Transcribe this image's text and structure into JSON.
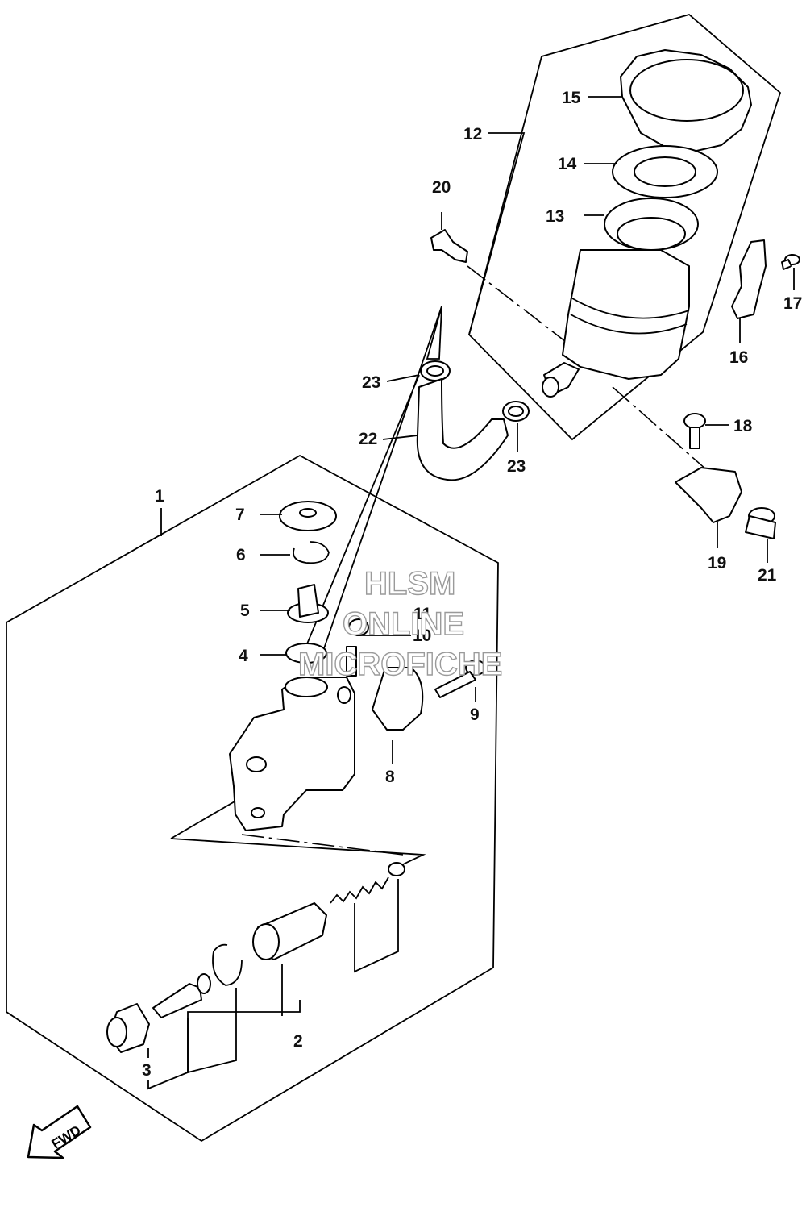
{
  "diagram": {
    "callouts": [
      {
        "id": "c1",
        "text": "1"
      },
      {
        "id": "c2",
        "text": "2"
      },
      {
        "id": "c3",
        "text": "3"
      },
      {
        "id": "c4",
        "text": "4"
      },
      {
        "id": "c5",
        "text": "5"
      },
      {
        "id": "c6",
        "text": "6"
      },
      {
        "id": "c7",
        "text": "7"
      },
      {
        "id": "c8",
        "text": "8"
      },
      {
        "id": "c9",
        "text": "9"
      },
      {
        "id": "c10",
        "text": "10"
      },
      {
        "id": "c11",
        "text": "11"
      },
      {
        "id": "c12",
        "text": "12"
      },
      {
        "id": "c13",
        "text": "13"
      },
      {
        "id": "c14",
        "text": "14"
      },
      {
        "id": "c15",
        "text": "15"
      },
      {
        "id": "c16",
        "text": "16"
      },
      {
        "id": "c17",
        "text": "17"
      },
      {
        "id": "c18",
        "text": "18"
      },
      {
        "id": "c19",
        "text": "19"
      },
      {
        "id": "c20",
        "text": "20"
      },
      {
        "id": "c21",
        "text": "21"
      },
      {
        "id": "c22",
        "text": "22"
      },
      {
        "id": "c23a",
        "text": "23"
      },
      {
        "id": "c23b",
        "text": "23"
      }
    ],
    "direction_badge": "FWD",
    "watermark": [
      "HLSM",
      "ONLINE",
      "MICROFICHE"
    ]
  }
}
